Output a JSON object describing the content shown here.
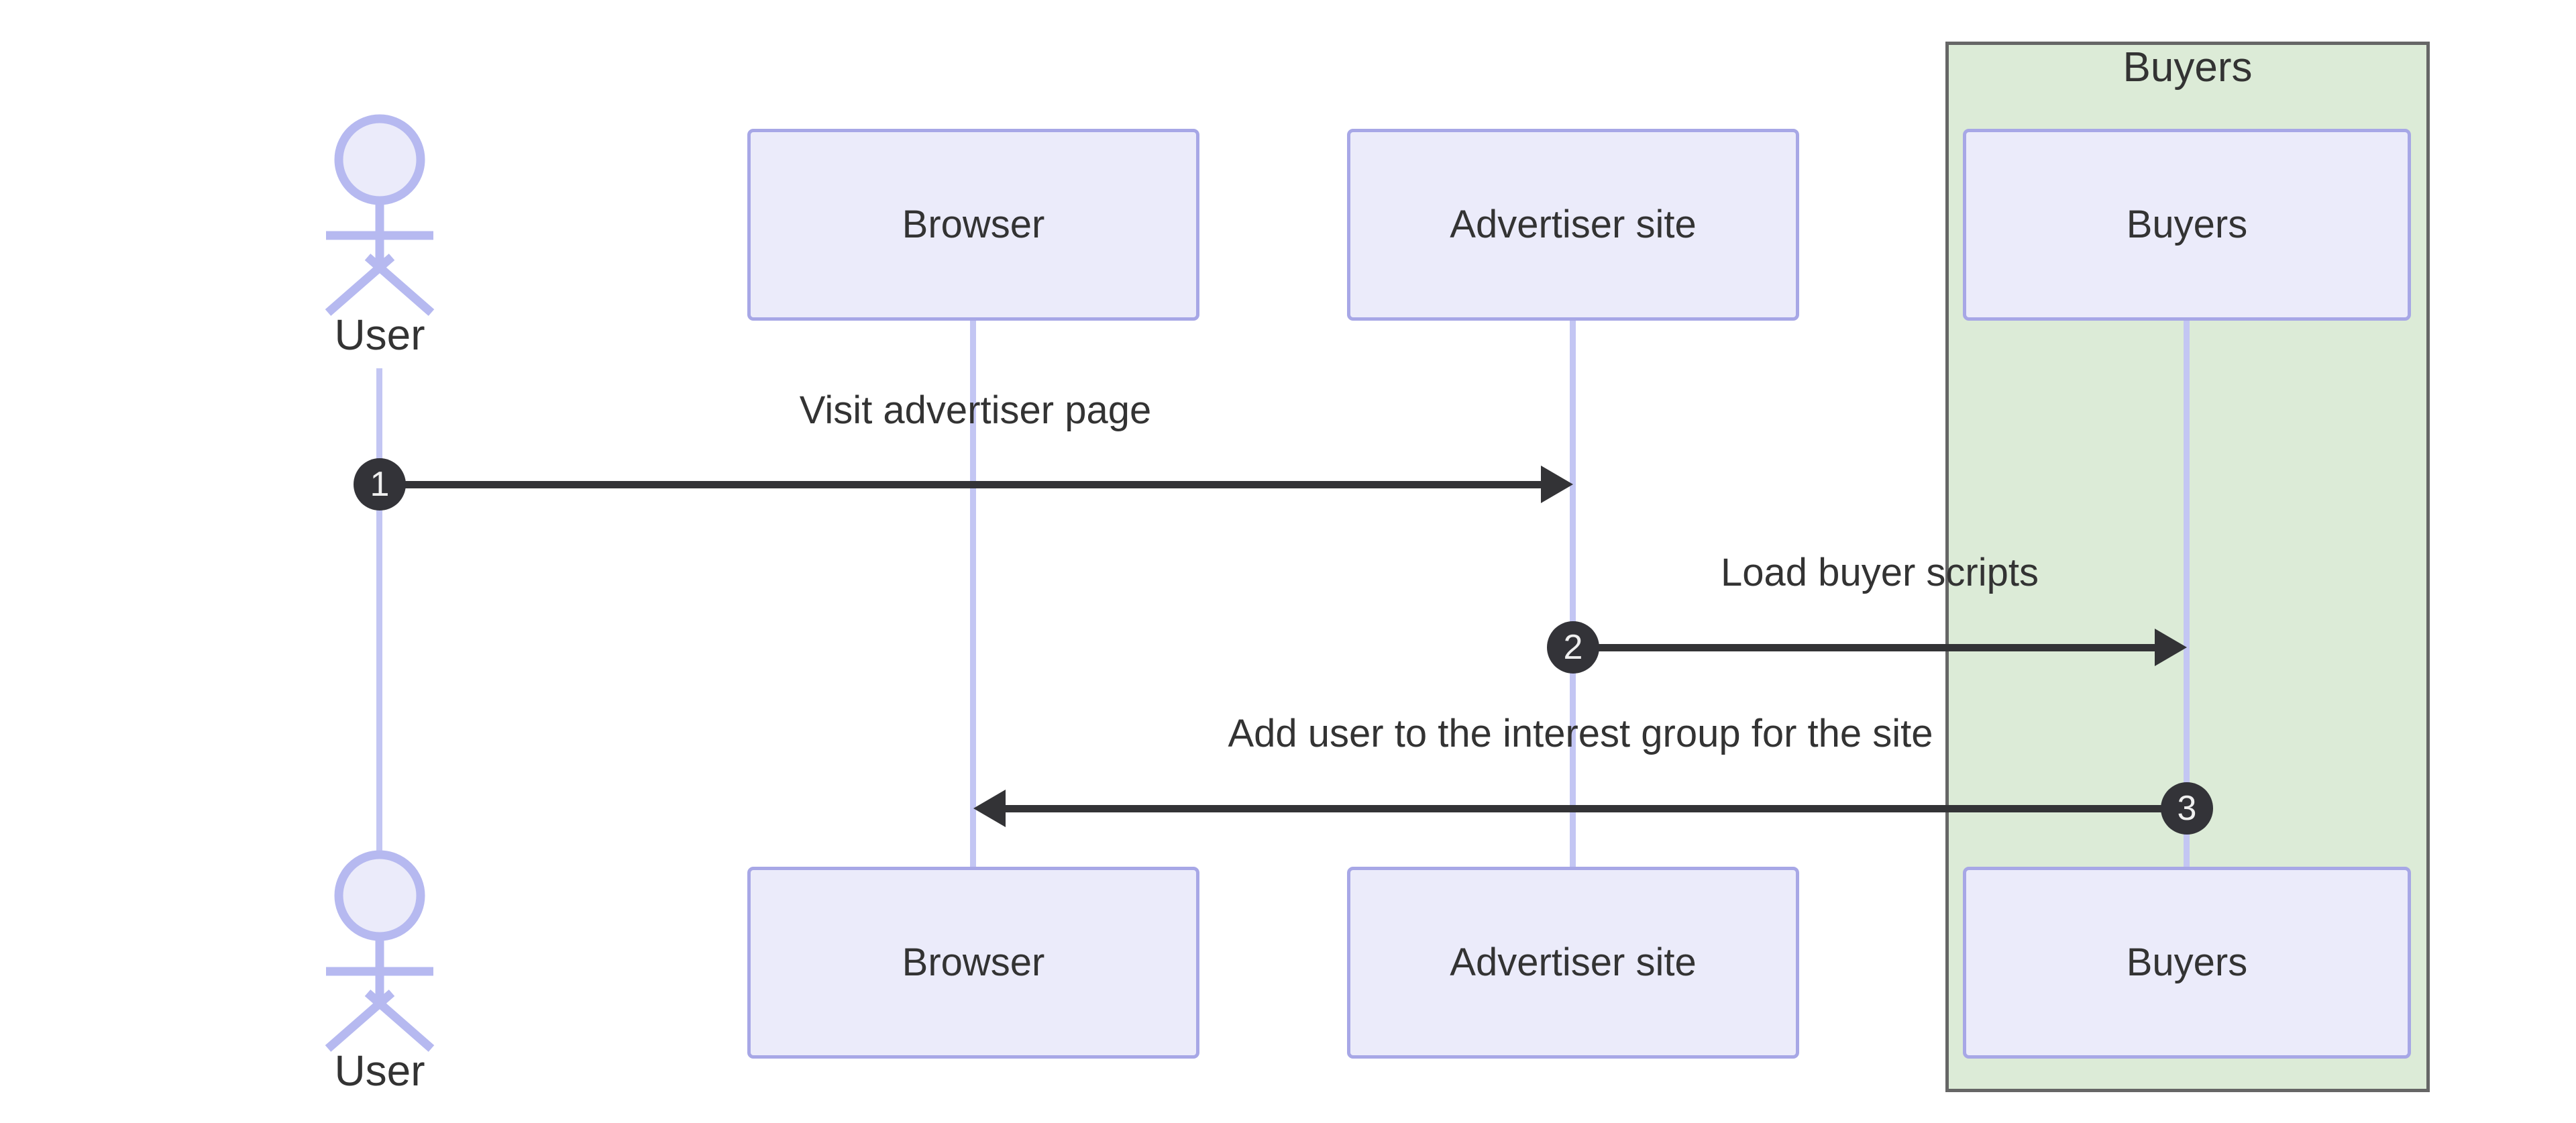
{
  "diagram": {
    "kind": "sequence-diagram"
  },
  "group": {
    "title": "Buyers"
  },
  "actor": {
    "label": "User"
  },
  "participants": [
    {
      "label": "Browser"
    },
    {
      "label": "Advertiser site"
    },
    {
      "label": "Buyers"
    }
  ],
  "messages": [
    {
      "number": "1",
      "label": "Visit advertiser page",
      "from": "User",
      "to": "Advertiser site"
    },
    {
      "number": "2",
      "label": "Load buyer scripts",
      "from": "Advertiser site",
      "to": "Buyers"
    },
    {
      "number": "3",
      "label": "Add user to the interest group for the site",
      "from": "Buyers",
      "to": "Browser"
    }
  ],
  "colors": {
    "background": "#ffffff",
    "participant_fill": "#ebebfa",
    "participant_border": "#a7a7e6",
    "lifeline": "#c3c6f3",
    "actor_stroke": "#b6b9f0",
    "group_fill": "#dcebd7",
    "group_border": "#666666",
    "message_line": "#333336",
    "sequence_number_fill": "#333338",
    "sequence_number_text": "#f0f0f0",
    "text": "#333333"
  }
}
